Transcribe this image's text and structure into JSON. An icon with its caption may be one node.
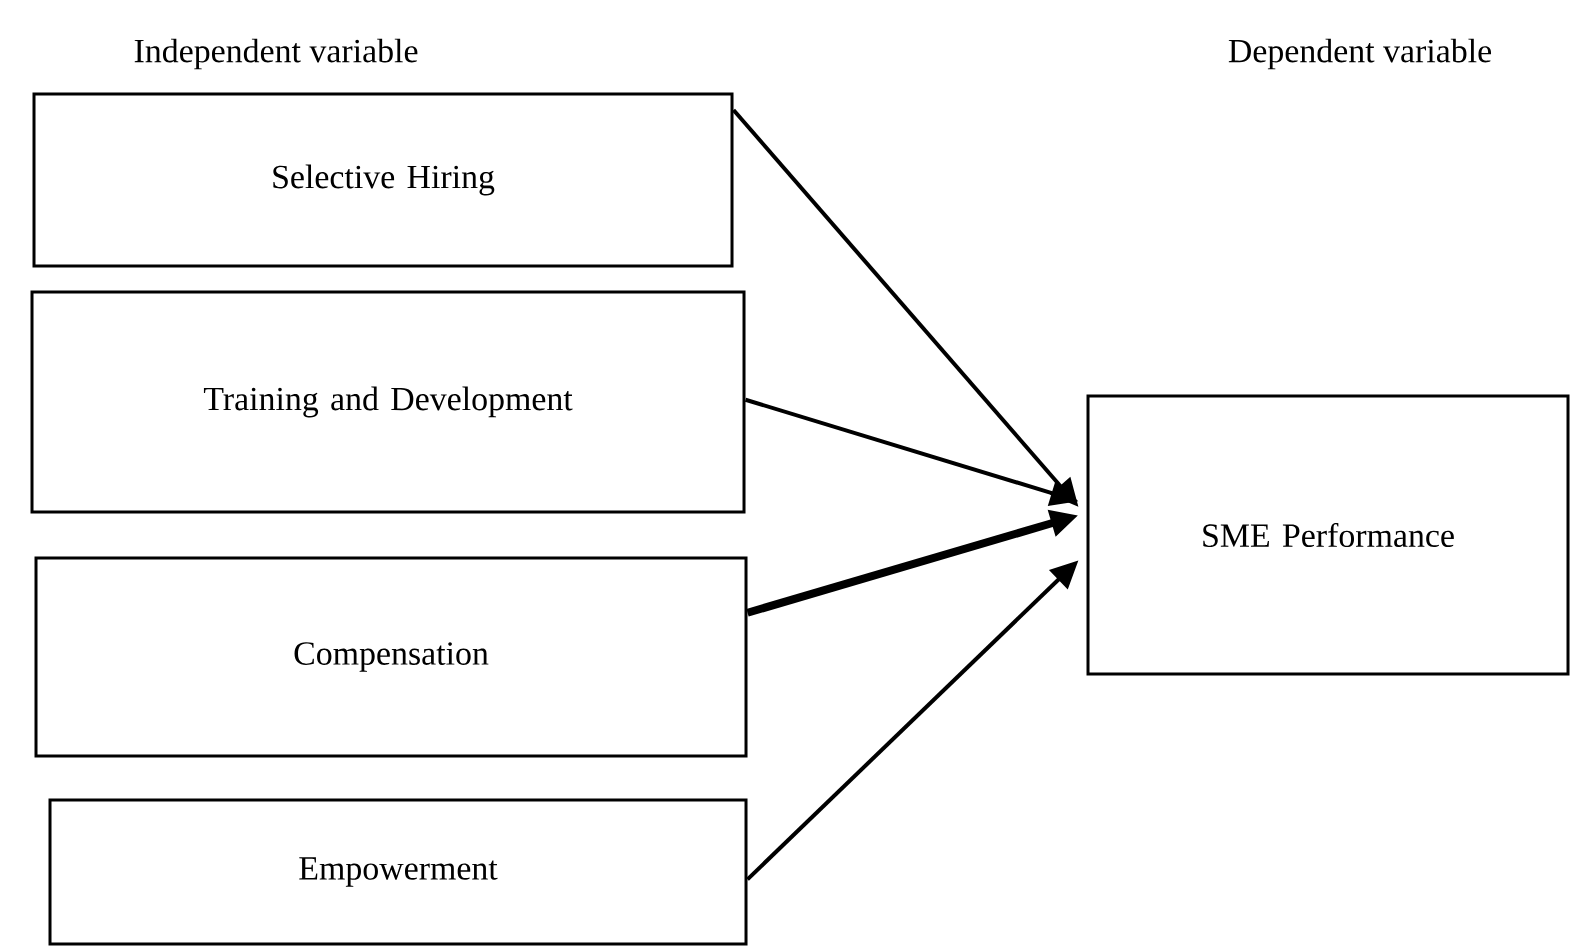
{
  "diagram": {
    "nodes": [
      {
        "text": [
          "Selective Hiring"
        ]
      },
      {
        "text": [
          "Training and Development"
        ]
      },
      {
        "text": [
          "Compensation"
        ]
      },
      {
        "text": [
          "Empowerment"
        ]
      },
      {
        "text": [
          "SME Performance"
        ]
      }
    ],
    "edges": [
      {
        "from": 0,
        "to": 4,
        "arrow": "to"
      },
      {
        "from": 1,
        "to": 4,
        "arrow": "to"
      },
      {
        "from": 2,
        "to": 4,
        "arrow": "to",
        "style": "thick"
      },
      {
        "from": 3,
        "to": 4,
        "arrow": "to"
      }
    ],
    "labels": [
      "Independent variable",
      "Dependent variable"
    ]
  }
}
